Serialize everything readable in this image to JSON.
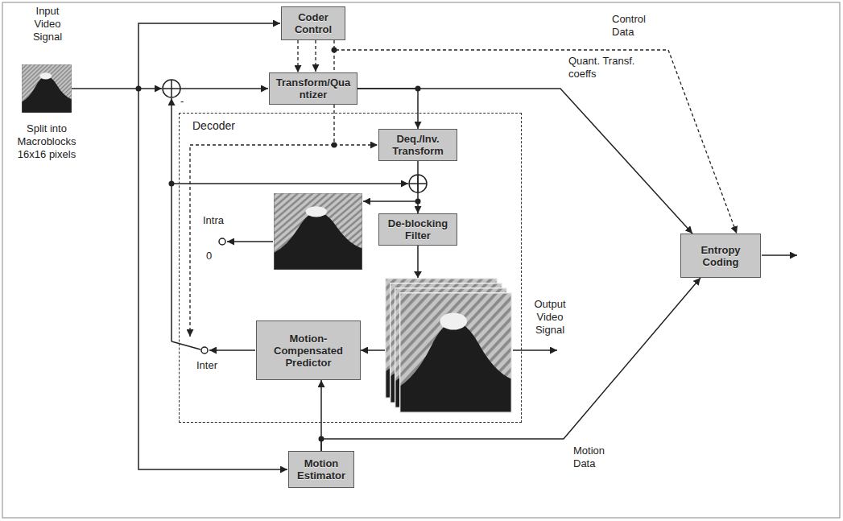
{
  "diagram": {
    "nodes": [
      {
        "text": [
          "Coder Control"
        ]
      },
      {
        "text": [
          "Transform/Quantizer"
        ]
      },
      {
        "text": [
          "Decoder"
        ]
      },
      {
        "text": [
          "Deq./Inv. Transform"
        ],
        "in": 2
      },
      {
        "text": [
          "De-blocking Filter"
        ],
        "in": 2
      },
      {
        "text": [
          "Motion-Compensated Predictor"
        ],
        "in": 2
      },
      {
        "text": [
          "Motion Estimator"
        ]
      },
      {
        "text": [
          "Entropy Coding"
        ]
      }
    ],
    "edges": [
      {
        "from": 0,
        "to": 1,
        "arrow": "to"
      },
      {
        "from": 1,
        "to": 3,
        "arrow": "to"
      },
      {
        "from": 3,
        "to": 4,
        "arrow": "to"
      },
      {
        "from": 4,
        "to": 5,
        "arrow": "to"
      },
      {
        "from": 6,
        "to": 5,
        "arrow": "to"
      },
      {
        "from": 0,
        "to": 7,
        "label": "Control Data",
        "arrow": "to"
      },
      {
        "from": 1,
        "to": 7,
        "label": "Quant. Transf. coeffs",
        "arrow": "to"
      },
      {
        "from": 6,
        "to": 7,
        "label": "Motion Data",
        "arrow": "to"
      }
    ],
    "labels": [
      "Input Video Signal",
      "Split into Macroblocks 16x16 pixels",
      "-",
      "Intra",
      "0",
      "Inter",
      "Output Video Signal"
    ]
  }
}
